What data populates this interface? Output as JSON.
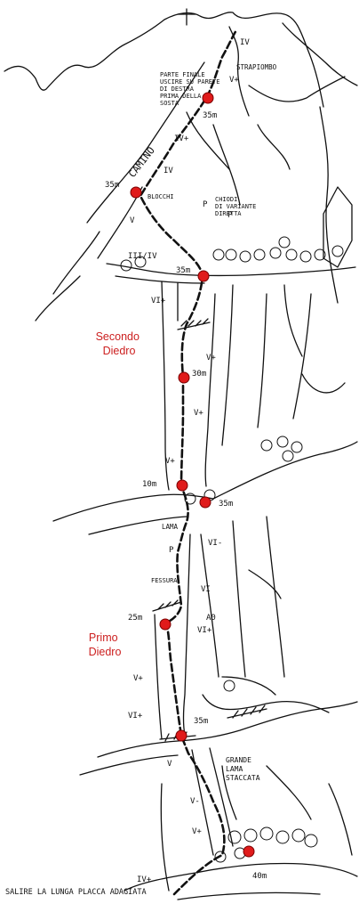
{
  "colors": {
    "belay": "#e01b1b",
    "label_red": "#cc1f1f",
    "ink": "#111111"
  },
  "diagram": {
    "sections": {
      "upper": "Secondo\nDiedro",
      "lower": "Primo\nDiedro"
    },
    "notes": {
      "exit": "PARTE FINALE\nUSCIRE SU PARETE\nDI DESTRA\nPRIMA DELLA\nSOSTA",
      "chiodi": "CHIODI\nDI VARIANTE\nDIRETTA",
      "strapiombo": "STRAPIOMBO",
      "camino": "CAMINO",
      "blocchi": "BLOCCHI",
      "lama": "LAMA",
      "fessura": "FESSURA",
      "grande_lama": "GRANDE\nLAMA\nSTACCATA",
      "bottom": "SALIRE LA LUNGA PLACCA ADAGIATA"
    },
    "grades": [
      "IV",
      "V+",
      "IV+",
      "IV",
      "V",
      "III/IV",
      "VI+",
      "V+",
      "V+",
      "V+",
      "VI-",
      "VI",
      "VI+",
      "V+",
      "VI+",
      "V",
      "V-",
      "V+",
      "IV+",
      "A0",
      "P",
      "P",
      "P"
    ],
    "distances": [
      "35m",
      "35m",
      "35m",
      "30m",
      "10m",
      "35m",
      "25m",
      "35m",
      "40m"
    ]
  }
}
